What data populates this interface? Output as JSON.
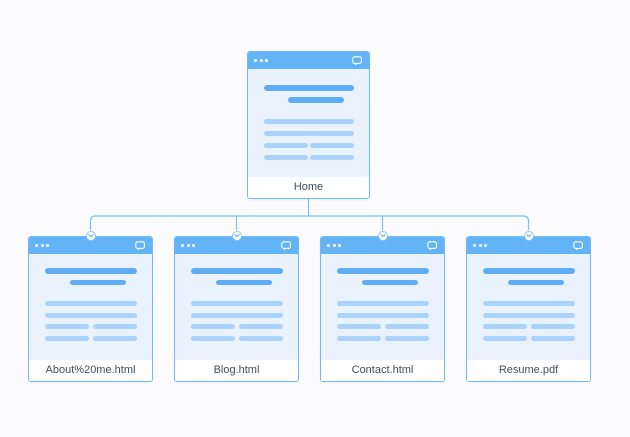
{
  "sitemap": {
    "root": {
      "label": "Home"
    },
    "children": [
      {
        "label": "About%20me.html"
      },
      {
        "label": "Blog.html"
      },
      {
        "label": "Contact.html"
      },
      {
        "label": "Resume.pdf"
      }
    ]
  },
  "icons": {
    "window_dots": "three-dot window controls",
    "comment": "comment-bubble badge",
    "chevron": "chevron-down collapse toggle"
  },
  "palette": {
    "background": "#fbfbfd",
    "titlebar_blue": "#63b3f7",
    "card_border": "#74b9f6",
    "content_bg": "#eaf3fd",
    "heading_line": "#5faef4",
    "body_line": "#a9d3fa",
    "connector": "#7ebef6",
    "label_text": "#414e5a"
  }
}
